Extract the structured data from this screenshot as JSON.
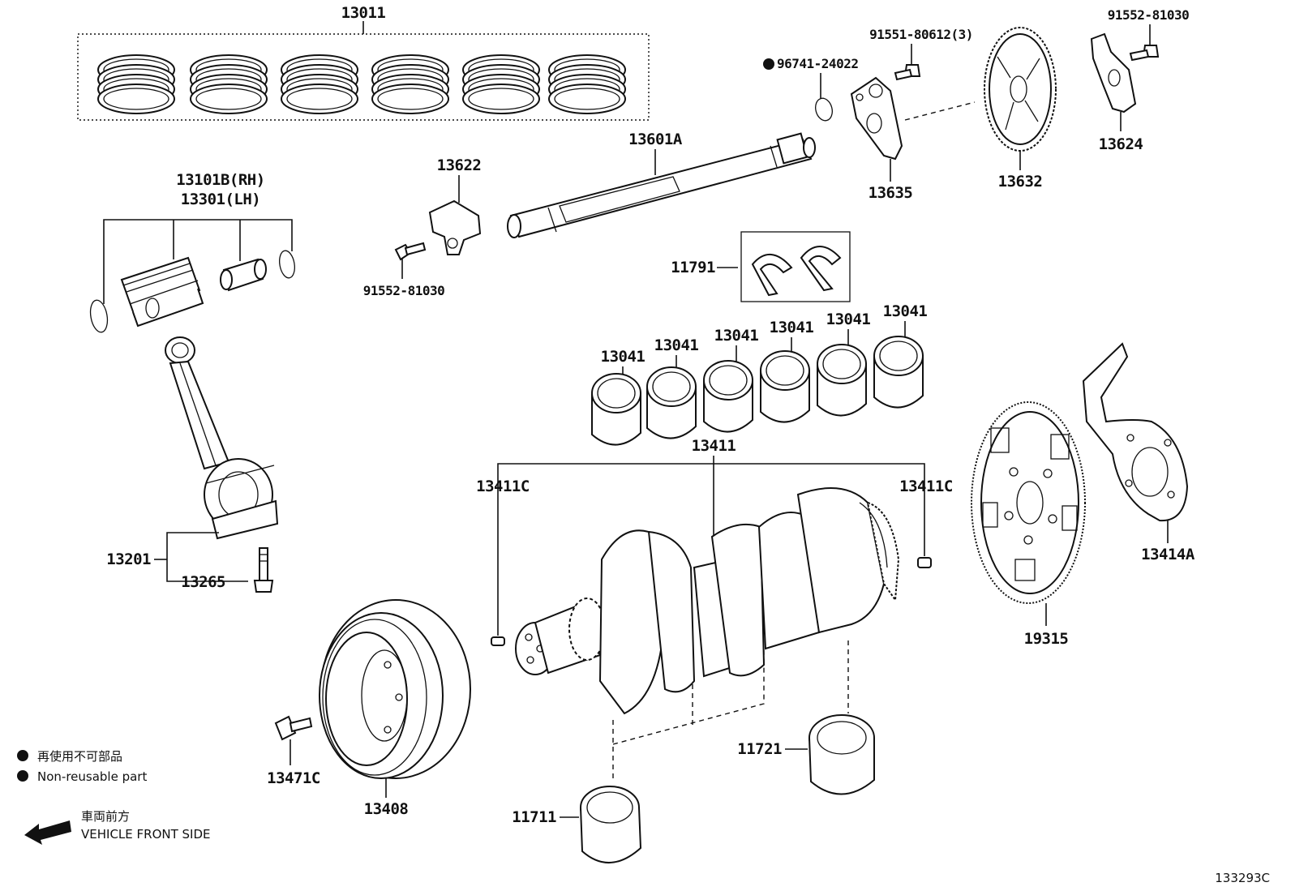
{
  "diagram_id": "133293C",
  "legend": {
    "non_reusable_jp": "再使用不可部品",
    "non_reusable_en": "Non-reusable part",
    "front_jp": "車両前方",
    "front_en": "VEHICLE FRONT SIDE"
  },
  "callouts": {
    "rings_set": "13011",
    "piston_rh": "13101B(RH)",
    "piston_lh": "13301(LH)",
    "conrod": "13201",
    "conrod_bolt": "13265",
    "balancer_holder": "13622",
    "bolt_left": "91552-81030",
    "shaft": "13601A",
    "oring": "96741-24022",
    "bolt_three": "91551-80612(3)",
    "plate": "13635",
    "gear": "13632",
    "bolt_right": "91552-81030",
    "bracket": "13624",
    "thrust_washer": "11791",
    "bearing_1": "13041",
    "bearing_2": "13041",
    "bearing_3": "13041",
    "bearing_4": "13041",
    "bearing_5": "13041",
    "bearing_6": "13041",
    "crankshaft": "13411",
    "pin_left": "13411C",
    "pin_right": "13411C",
    "pulley": "13408",
    "pulley_bolt": "13471C",
    "main_bearing_lower": "11711",
    "main_bearing_upper": "11721",
    "flywheel": "19315",
    "drive_plate": "13414A"
  }
}
